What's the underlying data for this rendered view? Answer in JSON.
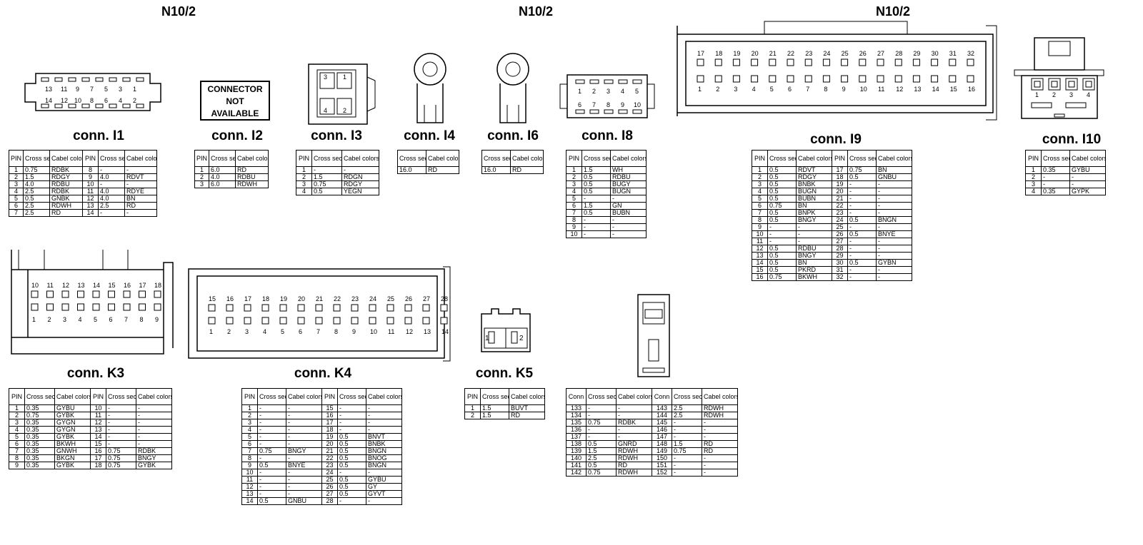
{
  "headers": [
    "N10/2",
    "N10/2",
    "N10/2"
  ],
  "connectors": [
    {
      "id": "I1",
      "title": "conn. I1",
      "columns": [
        "PIN",
        "Cross section",
        "Cabel colors",
        "PIN",
        "Cross section",
        "Cabel colors"
      ],
      "rows": [
        [
          "1",
          "0.75",
          "RDBK",
          "8",
          "-",
          "-"
        ],
        [
          "2",
          "1.5",
          "RDGY",
          "9",
          "4.0",
          "RDVT"
        ],
        [
          "3",
          "4.0",
          "RDBU",
          "10",
          "-",
          "-"
        ],
        [
          "4",
          "2.5",
          "RDBK",
          "11",
          "4.0",
          "RDYE"
        ],
        [
          "5",
          "0.5",
          "GNBK",
          "12",
          "4.0",
          "BN"
        ],
        [
          "6",
          "2.5",
          "RDWH",
          "13",
          "2.5",
          "RD"
        ],
        [
          "7",
          "2.5",
          "RD",
          "14",
          "-",
          "-"
        ]
      ]
    },
    {
      "id": "I2",
      "title": "conn. I2",
      "note": [
        "CONNECTOR",
        "NOT",
        "AVAILABLE"
      ],
      "columns": [
        "PIN",
        "Cross section",
        "Cabel colors"
      ],
      "rows": [
        [
          "1",
          "6.0",
          "RD"
        ],
        [
          "2",
          "4.0",
          "RDBU"
        ],
        [
          "3",
          "6.0",
          "RDWH"
        ]
      ]
    },
    {
      "id": "I3",
      "title": "conn. I3",
      "columns": [
        "PIN",
        "Cross section",
        "Cabel colors"
      ],
      "rows": [
        [
          "1",
          "-",
          "-"
        ],
        [
          "2",
          "1.5",
          "RDGN"
        ],
        [
          "3",
          "0.75",
          "RDGY"
        ],
        [
          "4",
          "0.5",
          "YEGN"
        ]
      ]
    },
    {
      "id": "I4",
      "title": "conn. I4",
      "columns": [
        "Cross section",
        "Cabel colors"
      ],
      "rows": [
        [
          "16.0",
          "RD"
        ]
      ]
    },
    {
      "id": "I6",
      "title": "conn. I6",
      "columns": [
        "Cross section",
        "Cabel colors"
      ],
      "rows": [
        [
          "16.0",
          "RD"
        ]
      ]
    },
    {
      "id": "I8",
      "title": "conn. I8",
      "columns": [
        "PIN",
        "Cross section",
        "Cabel colors"
      ],
      "rows": [
        [
          "1",
          "1.5",
          "WH"
        ],
        [
          "2",
          "0.5",
          "RDBU"
        ],
        [
          "3",
          "0.5",
          "BUGY"
        ],
        [
          "4",
          "0.5",
          "BUGN"
        ],
        [
          "5",
          "-",
          "-"
        ],
        [
          "6",
          "1.5",
          "GN"
        ],
        [
          "7",
          "0.5",
          "BUBN"
        ],
        [
          "8",
          "-",
          "-"
        ],
        [
          "9",
          "-",
          "-"
        ],
        [
          "10",
          "-",
          "-"
        ]
      ]
    },
    {
      "id": "I9",
      "title": "conn. I9",
      "columns": [
        "PIN",
        "Cross section",
        "Cabel colors",
        "PIN",
        "Cross section",
        "Cabel colors"
      ],
      "rows": [
        [
          "1",
          "0.5",
          "RDVT",
          "17",
          "0.75",
          "BN"
        ],
        [
          "2",
          "0.5",
          "RDGY",
          "18",
          "0.5",
          "GNBU"
        ],
        [
          "3",
          "0.5",
          "BNBK",
          "19",
          "-",
          "-"
        ],
        [
          "4",
          "0.5",
          "BUGN",
          "20",
          "-",
          "-"
        ],
        [
          "5",
          "0.5",
          "BUBN",
          "21",
          "-",
          "-"
        ],
        [
          "6",
          "0.75",
          "BN",
          "22",
          "-",
          "-"
        ],
        [
          "7",
          "0.5",
          "BNPK",
          "23",
          "-",
          "-"
        ],
        [
          "8",
          "0.5",
          "BNGY",
          "24",
          "0.5",
          "BNGN"
        ],
        [
          "9",
          "-",
          "-",
          "25",
          "-",
          "-"
        ],
        [
          "10",
          "-",
          "-",
          "26",
          "0.5",
          "BNYE"
        ],
        [
          "11",
          "-",
          "-",
          "27",
          "-",
          "-"
        ],
        [
          "12",
          "0.5",
          "RDBU",
          "28",
          "-",
          "-"
        ],
        [
          "13",
          "0.5",
          "BNGY",
          "29",
          "-",
          "-"
        ],
        [
          "14",
          "0.5",
          "BN",
          "30",
          "0.5",
          "GYBN"
        ],
        [
          "15",
          "0.5",
          "PKRD",
          "31",
          "-",
          "-"
        ],
        [
          "16",
          "0.75",
          "BKWH",
          "32",
          "-",
          "-"
        ]
      ]
    },
    {
      "id": "I10",
      "title": "conn. I10",
      "columns": [
        "PIN",
        "Cross section",
        "Cabel colors"
      ],
      "rows": [
        [
          "1",
          "0.35",
          "GYBU"
        ],
        [
          "2",
          "-",
          "-"
        ],
        [
          "3",
          "-",
          "-"
        ],
        [
          "4",
          "0.35",
          "GYPK"
        ]
      ]
    },
    {
      "id": "K3",
      "title": "conn. K3",
      "columns": [
        "PIN",
        "Cross section",
        "Cabel colors",
        "PIN",
        "Cross section",
        "Cabel colors"
      ],
      "rows": [
        [
          "1",
          "0.35",
          "GYBU",
          "10",
          "-",
          "-"
        ],
        [
          "2",
          "0.75",
          "GYBK",
          "11",
          "-",
          "-"
        ],
        [
          "3",
          "0.35",
          "GYGN",
          "12",
          "-",
          "-"
        ],
        [
          "4",
          "0.35",
          "GYGN",
          "13",
          "-",
          "-"
        ],
        [
          "5",
          "0.35",
          "GYBK",
          "14",
          "-",
          "-"
        ],
        [
          "6",
          "0.35",
          "BKWH",
          "15",
          "-",
          "-"
        ],
        [
          "7",
          "0.35",
          "GNWH",
          "16",
          "0.75",
          "RDBK"
        ],
        [
          "8",
          "0.35",
          "BKGN",
          "17",
          "0.75",
          "BNGY"
        ],
        [
          "9",
          "0.35",
          "GYBK",
          "18",
          "0.75",
          "GYBK"
        ]
      ]
    },
    {
      "id": "K4",
      "title": "conn. K4",
      "columns": [
        "PIN",
        "Cross section",
        "Cabel colors",
        "PIN",
        "Cross section",
        "Cabel colors"
      ],
      "rows": [
        [
          "1",
          "-",
          "-",
          "15",
          "-",
          "-"
        ],
        [
          "2",
          "-",
          "-",
          "16",
          "-",
          "-"
        ],
        [
          "3",
          "-",
          "-",
          "17",
          "-",
          "-"
        ],
        [
          "4",
          "-",
          "-",
          "18",
          "-",
          "-"
        ],
        [
          "5",
          "-",
          "-",
          "19",
          "0.5",
          "BNVT"
        ],
        [
          "6",
          "-",
          "-",
          "20",
          "0.5",
          "BNBK"
        ],
        [
          "7",
          "0.75",
          "BNGY",
          "21",
          "0.5",
          "BNGN"
        ],
        [
          "8",
          "-",
          "-",
          "22",
          "0.5",
          "BNOG"
        ],
        [
          "9",
          "0.5",
          "BNYE",
          "23",
          "0.5",
          "BNGN"
        ],
        [
          "10",
          "-",
          "-",
          "24",
          "-",
          "-"
        ],
        [
          "11",
          "-",
          "-",
          "25",
          "0.5",
          "GYBU"
        ],
        [
          "12",
          "-",
          "-",
          "26",
          "0.5",
          "GY"
        ],
        [
          "13",
          "-",
          "-",
          "27",
          "0.5",
          "GYVT"
        ],
        [
          "14",
          "0.5",
          "GNBU",
          "28",
          "-",
          "-"
        ]
      ]
    },
    {
      "id": "K5",
      "title": "conn. K5",
      "columns": [
        "PIN",
        "Cross section",
        "Cabel colors"
      ],
      "rows": [
        [
          "1",
          "1.5",
          "BUVT"
        ],
        [
          "2",
          "1.5",
          "RD"
        ]
      ]
    },
    {
      "id": "CONN",
      "title": "",
      "columns": [
        "Conn",
        "Cross section",
        "Cabel colors",
        "Conn",
        "Cross section",
        "Cabel colors"
      ],
      "rows": [
        [
          "133",
          "-",
          "-",
          "143",
          "2.5",
          "RDWH"
        ],
        [
          "134",
          "-",
          "-",
          "144",
          "2.5",
          "RDWH"
        ],
        [
          "135",
          "0.75",
          "RDBK",
          "145",
          "-",
          "-"
        ],
        [
          "136",
          "-",
          "-",
          "146",
          "-",
          "-"
        ],
        [
          "137",
          "-",
          "-",
          "147",
          "-",
          "-"
        ],
        [
          "138",
          "0.5",
          "GNRD",
          "148",
          "1.5",
          "RD"
        ],
        [
          "139",
          "1.5",
          "RDWH",
          "149",
          "0.75",
          "RD"
        ],
        [
          "140",
          "2.5",
          "RDWH",
          "150",
          "-",
          "-"
        ],
        [
          "141",
          "0.5",
          "RD",
          "151",
          "-",
          "-"
        ],
        [
          "142",
          "0.75",
          "RDWH",
          "152",
          "-",
          "-"
        ]
      ]
    }
  ]
}
